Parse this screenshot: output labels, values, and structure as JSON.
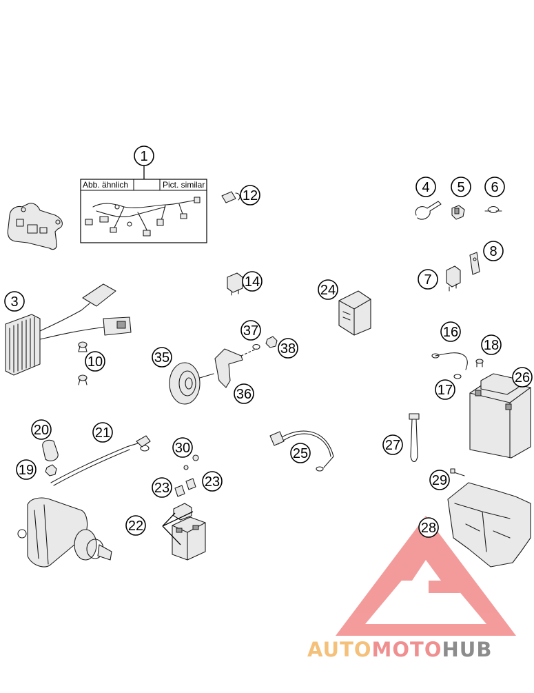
{
  "harness_box": {
    "label_left": "Abb. ähnlich",
    "label_right": "Pict. similar"
  },
  "callouts": [
    {
      "id": "c1",
      "num": "1"
    },
    {
      "id": "c3",
      "num": "3"
    },
    {
      "id": "c4",
      "num": "4"
    },
    {
      "id": "c5",
      "num": "5"
    },
    {
      "id": "c6",
      "num": "6"
    },
    {
      "id": "c7",
      "num": "7"
    },
    {
      "id": "c8",
      "num": "8"
    },
    {
      "id": "c10",
      "num": "10"
    },
    {
      "id": "c12",
      "num": "12"
    },
    {
      "id": "c14",
      "num": "14"
    },
    {
      "id": "c16",
      "num": "16"
    },
    {
      "id": "c17",
      "num": "17"
    },
    {
      "id": "c18",
      "num": "18"
    },
    {
      "id": "c19",
      "num": "19"
    },
    {
      "id": "c20",
      "num": "20"
    },
    {
      "id": "c21",
      "num": "21"
    },
    {
      "id": "c22",
      "num": "22"
    },
    {
      "id": "c23a",
      "num": "23"
    },
    {
      "id": "c23b",
      "num": "23"
    },
    {
      "id": "c24",
      "num": "24"
    },
    {
      "id": "c25",
      "num": "25"
    },
    {
      "id": "c26",
      "num": "26"
    },
    {
      "id": "c27",
      "num": "27"
    },
    {
      "id": "c28",
      "num": "28"
    },
    {
      "id": "c29",
      "num": "29"
    },
    {
      "id": "c30",
      "num": "30"
    },
    {
      "id": "c35",
      "num": "35"
    },
    {
      "id": "c36",
      "num": "36"
    },
    {
      "id": "c37",
      "num": "37"
    },
    {
      "id": "c38",
      "num": "38"
    }
  ],
  "watermark": {
    "part1": "AUTO",
    "part2": "MOTO",
    "part3": "HUB",
    "colors": {
      "auto": "#f4c07a",
      "moto": "#ef8f8f",
      "hub": "#8c8c8c",
      "logo": "#f28a8a"
    }
  }
}
